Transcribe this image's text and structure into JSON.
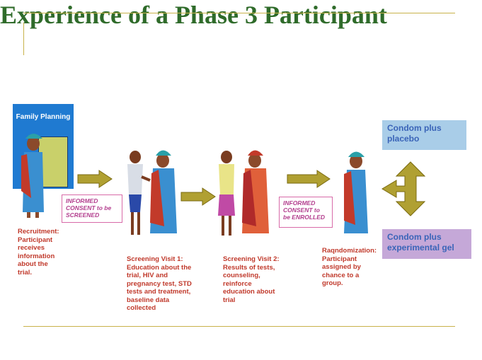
{
  "title": "Experience of a Phase 3 Participant",
  "family_planning_label": "Family Planning",
  "consent_screened": "INFORMED CONSENT to be SCREENED",
  "consent_enrolled": "INFORMED CONSENT to be ENROLLED",
  "captions": {
    "recruitment": "Recruitment: Participant receives information about the trial.",
    "screening1": "Screening Visit 1: Education about the trial, HIV and pregnancy test, STD tests and treatment, baseline data collected",
    "screening2": "Screening Visit 2: Results of tests, counseling, reinforce education about trial",
    "randomization": "Raqndomization: Participant assigned by chance to a group."
  },
  "groups": {
    "placebo": "Condom plus placebo",
    "gel": "Condom plus experimental gel"
  },
  "colors": {
    "title_green": "#2f6b2a",
    "arrow_olive": "#b0a032",
    "caption_red": "#c0392b",
    "consent_magenta": "#b33e8e",
    "placebo_box": "#a9cde8",
    "gel_box": "#c5a8d8"
  }
}
